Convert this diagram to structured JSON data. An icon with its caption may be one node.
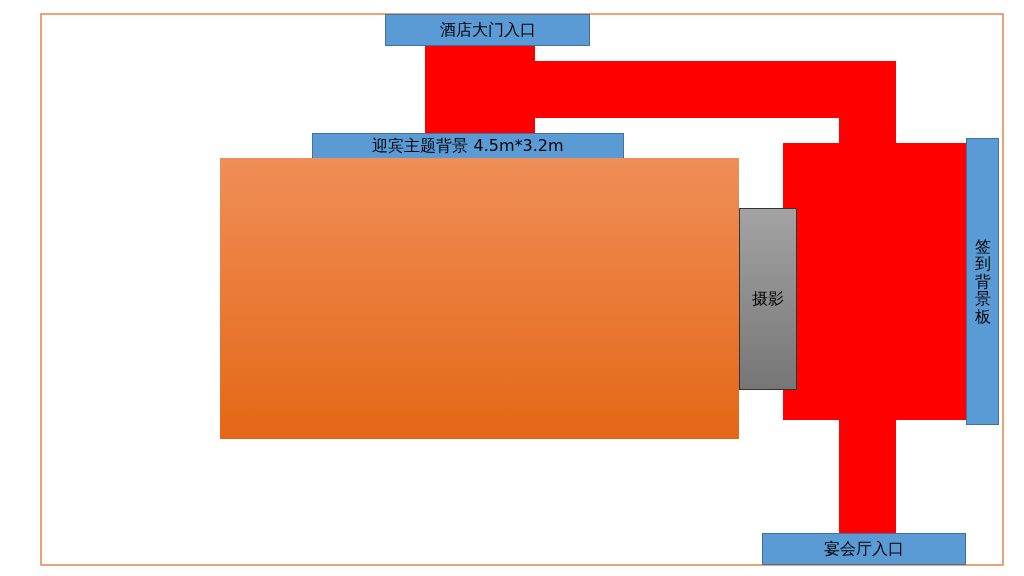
{
  "diagram": {
    "nodes": [
      {
        "text": [
          "酒店大门入口"
        ]
      },
      {
        "text": [
          "迎宾主题背景 4.5m*3.2m"
        ]
      },
      {
        "text": [],
        "shape": "box"
      },
      {
        "text": [
          "摄影"
        ]
      },
      {
        "text": [
          "签到背景板"
        ]
      },
      {
        "text": [
          "宴会厅入口"
        ]
      }
    ]
  }
}
